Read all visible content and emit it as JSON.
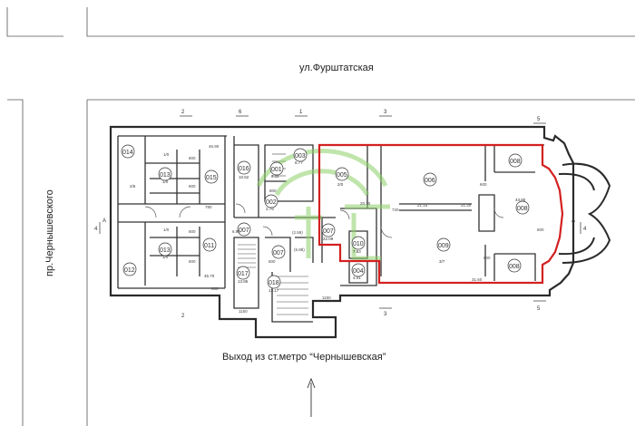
{
  "streets": {
    "top": "ул.Фурштатская",
    "left": "пр.Чернышевского",
    "bottom": "Выход из ст.метро “Чернышевская”"
  },
  "rooms": [
    {
      "id": "014",
      "area": ""
    },
    {
      "id": "",
      "area": "2/6"
    },
    {
      "id": "013",
      "area": "1/0"
    },
    {
      "id": "015",
      "area": ""
    },
    {
      "id": "016",
      "area": "10.62"
    },
    {
      "id": "001",
      "area": "6.11"
    },
    {
      "id": "003",
      "area": "6.77"
    },
    {
      "id": "002",
      "area": "2.79"
    },
    {
      "id": "005",
      "area": "2/0"
    },
    {
      "id": "006",
      "area": ""
    },
    {
      "id": "008",
      "area": ""
    },
    {
      "id": "008",
      "area": "43.80"
    },
    {
      "id": "007",
      "area": ""
    },
    {
      "id": "007",
      "area": ""
    },
    {
      "id": "007",
      "area": "22.09"
    },
    {
      "id": "013",
      "area": "1/0"
    },
    {
      "id": "011",
      "area": "45.70"
    },
    {
      "id": "012",
      "area": ""
    },
    {
      "id": "017",
      "area": "13.86"
    },
    {
      "id": "018",
      "area": "13.17"
    },
    {
      "id": "010",
      "area": "7.83"
    },
    {
      "id": "004",
      "area": "4.01"
    },
    {
      "id": "009",
      "area": "3/7"
    },
    {
      "id": "008",
      "area": ""
    }
  ],
  "small_labels": [
    "1/0",
    "1/0",
    "800",
    "800",
    "800",
    "800",
    "46.90",
    "780",
    "800",
    "600",
    "21.15",
    "21.20",
    "20.10",
    "720",
    "600",
    "600",
    "31.60",
    "600",
    "6.95",
    "(2.59)",
    "(5.88)",
    "1150",
    "1150",
    "800"
  ],
  "axes": [
    "2",
    "6",
    "1",
    "3",
    "5",
    "2",
    "3",
    "5",
    "4",
    "4",
    "A",
    "A"
  ],
  "colors": {
    "wall": "#2a2a2a",
    "highlight": "#d32020",
    "watermark": "#8ed16a"
  }
}
